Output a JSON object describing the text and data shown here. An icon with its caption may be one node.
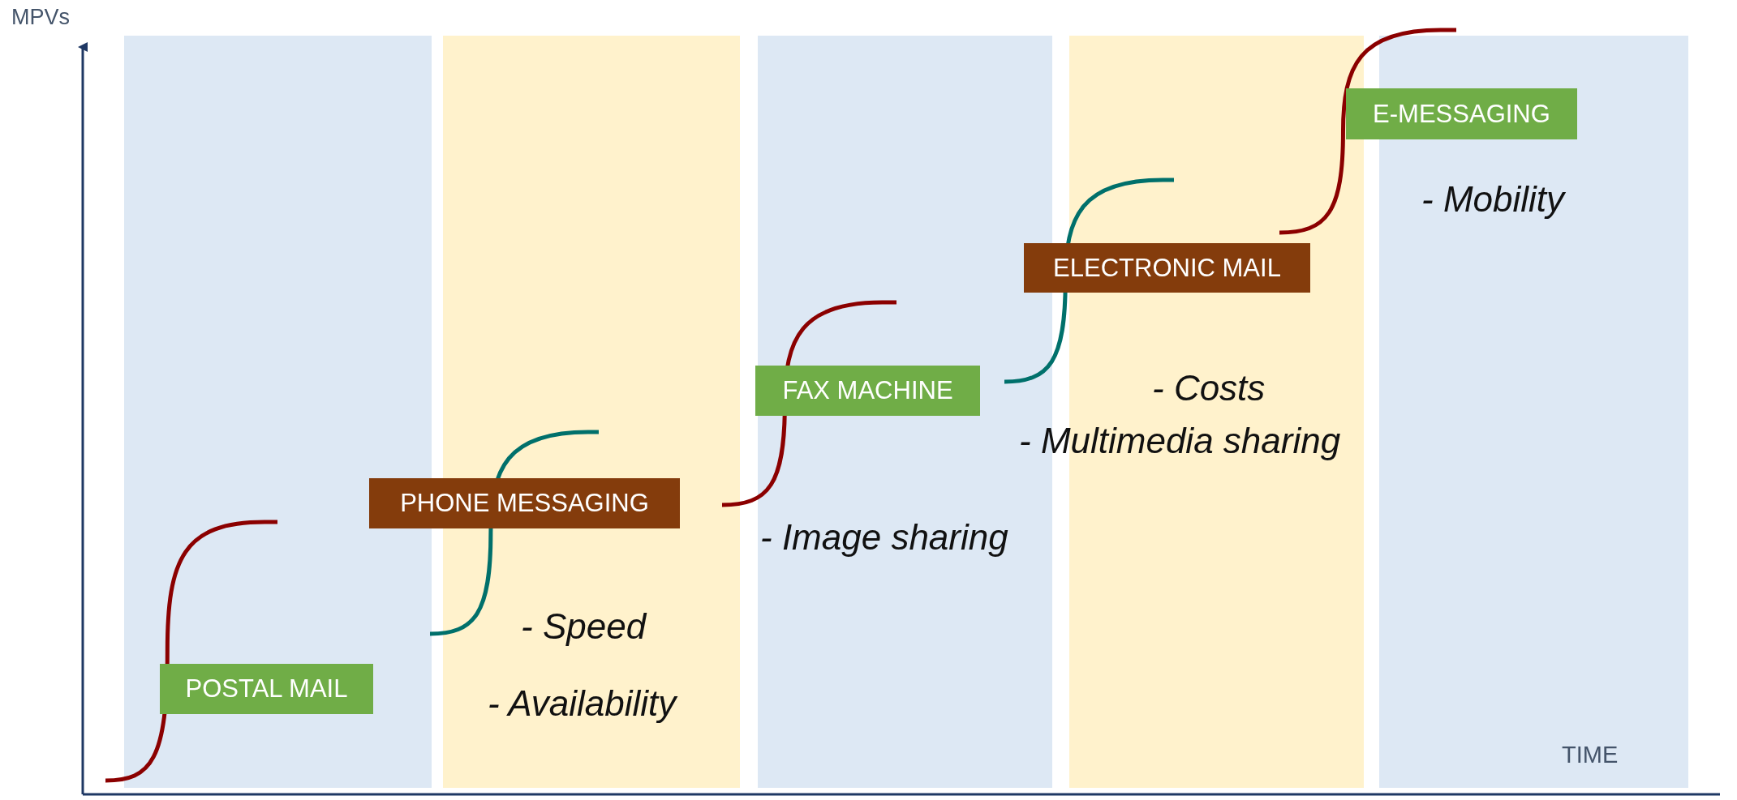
{
  "diagram": {
    "nodes": [
      {
        "text": [
          "POSTAL MAIL"
        ]
      },
      {
        "text": [
          "PHONE MESSAGING"
        ]
      },
      {
        "text": [
          "FAX MACHINE"
        ]
      },
      {
        "text": [
          "ELECTRONIC MAIL"
        ]
      },
      {
        "text": [
          "E-MESSAGING"
        ]
      }
    ],
    "labels": [
      "MPVs",
      "- Mobility",
      "- Costs",
      "- Multimedia sharing",
      "- Image sharing",
      "- Speed",
      "- Availability",
      "TIME"
    ]
  }
}
